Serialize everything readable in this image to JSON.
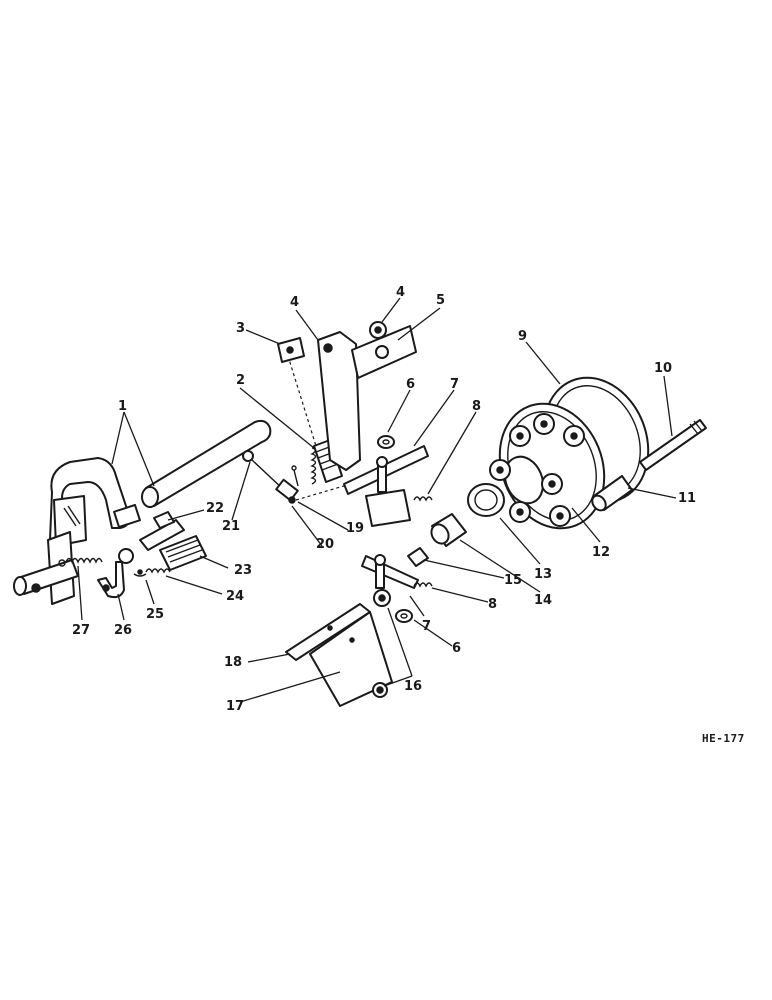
{
  "reference_code": "HE-177",
  "callouts": {
    "c1": "1",
    "c2": "2",
    "c3": "3",
    "c4a": "4",
    "c4b": "4",
    "c5": "5",
    "c6a": "6",
    "c6b": "6",
    "c7a": "7",
    "c7b": "7",
    "c8a": "8",
    "c8b": "8",
    "c9": "9",
    "c10": "10",
    "c11": "11",
    "c12": "12",
    "c13": "13",
    "c14": "14",
    "c15": "15",
    "c16": "16",
    "c17": "17",
    "c18": "18",
    "c19": "19",
    "c20": "20",
    "c21": "21",
    "c22": "22",
    "c23": "23",
    "c24": "24",
    "c25": "25",
    "c26": "26",
    "c27": "27"
  }
}
